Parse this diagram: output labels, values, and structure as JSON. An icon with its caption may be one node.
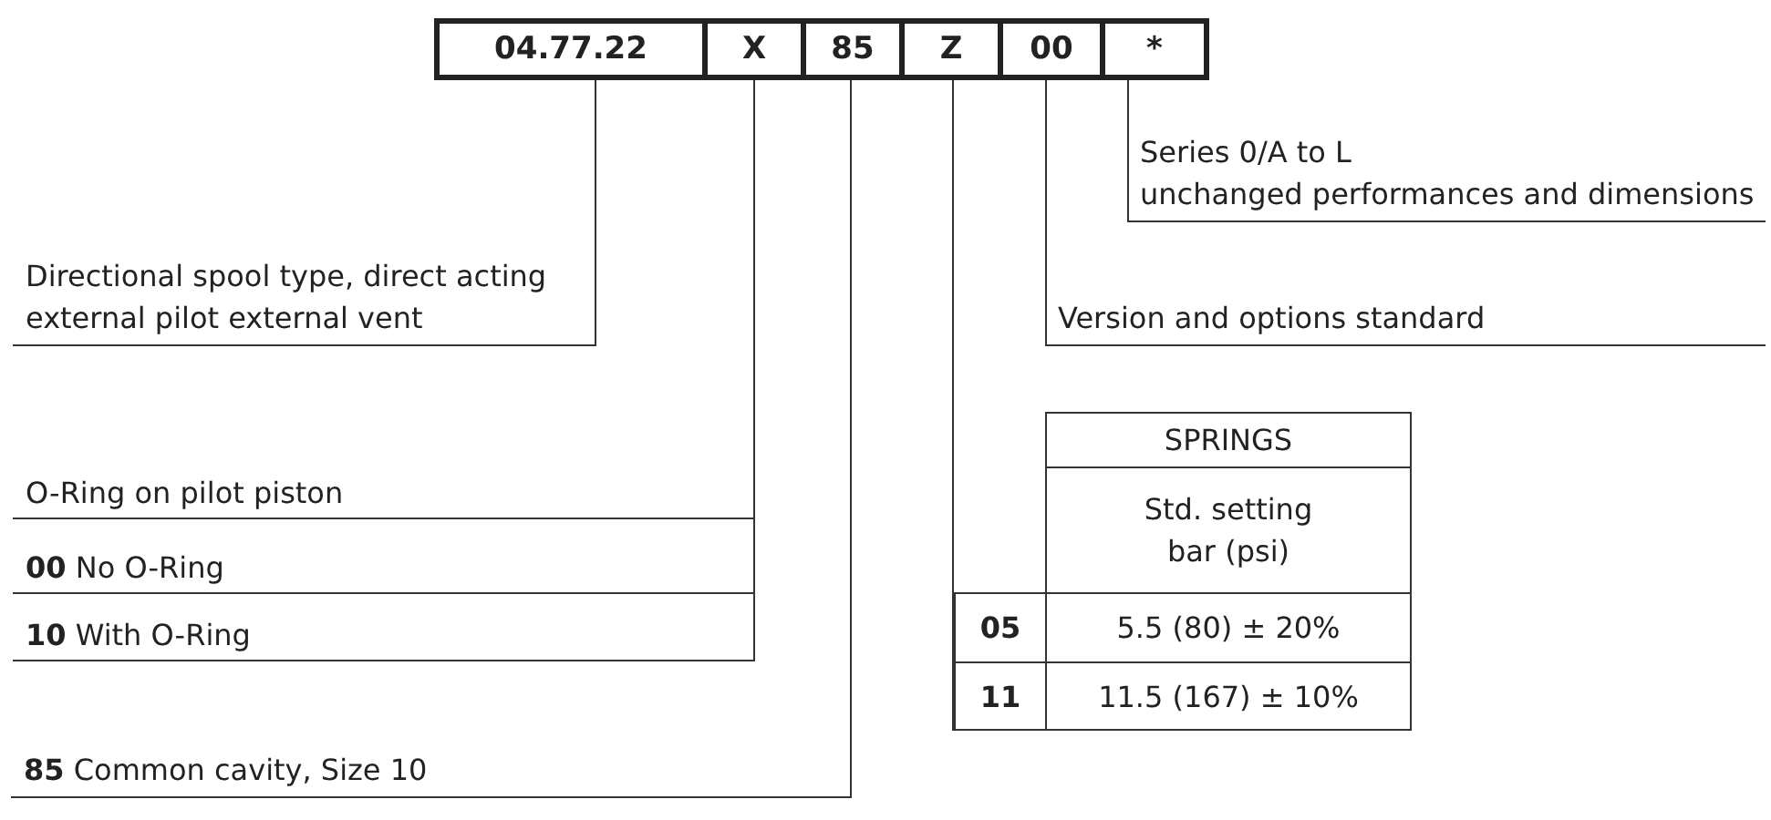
{
  "diagram": {
    "nodes": [
      {
        "text": [
          "04.77.22"
        ]
      },
      {
        "text": [
          "X"
        ]
      },
      {
        "text": [
          "85"
        ]
      },
      {
        "text": [
          "Z"
        ]
      },
      {
        "text": [
          "00"
        ]
      },
      {
        "text": [
          "*"
        ]
      },
      {
        "text": [
          "Directional spool type, direct acting external pilot external vent"
        ]
      },
      {
        "text": [
          "O-Ring on pilot piston",
          "**00** No O-Ring",
          "**10** With O-Ring"
        ]
      },
      {
        "text": [
          "**85** Common cavity, Size 10"
        ]
      },
      {
        "text": [
          "SPRINGS",
          "Std. setting bar (psi)",
          "05",
          "5.5 (80) ± 20%",
          "11",
          "11.5 (167) ± 10%"
        ]
      },
      {
        "text": [
          "Version and options standard"
        ]
      },
      {
        "text": [
          "Series 0/A to L",
          "unchanged performances and dimensions"
        ]
      }
    ],
    "edges": [
      {
        "from": 0,
        "to": 6,
        "arrow": "none"
      },
      {
        "from": 1,
        "to": 7,
        "arrow": "none"
      },
      {
        "from": 2,
        "to": 8,
        "arrow": "none"
      },
      {
        "from": 3,
        "to": 9,
        "arrow": "none"
      },
      {
        "from": 4,
        "to": 10,
        "arrow": "none"
      },
      {
        "from": 5,
        "to": 11,
        "arrow": "none"
      }
    ]
  }
}
